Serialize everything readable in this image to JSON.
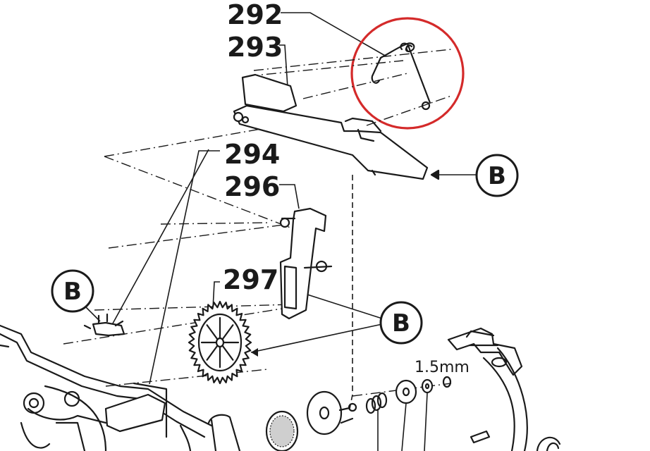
{
  "part_labels": {
    "p292": "292",
    "p293": "293",
    "p294": "294",
    "p296": "296",
    "p297": "297"
  },
  "callouts": {
    "b_right": "B",
    "b_left": "B",
    "b_middle": "B"
  },
  "dimension": "1.5mm",
  "colors": {
    "ink": "#1a1a1a",
    "highlight": "#d42a2a",
    "background": "#ffffff"
  }
}
